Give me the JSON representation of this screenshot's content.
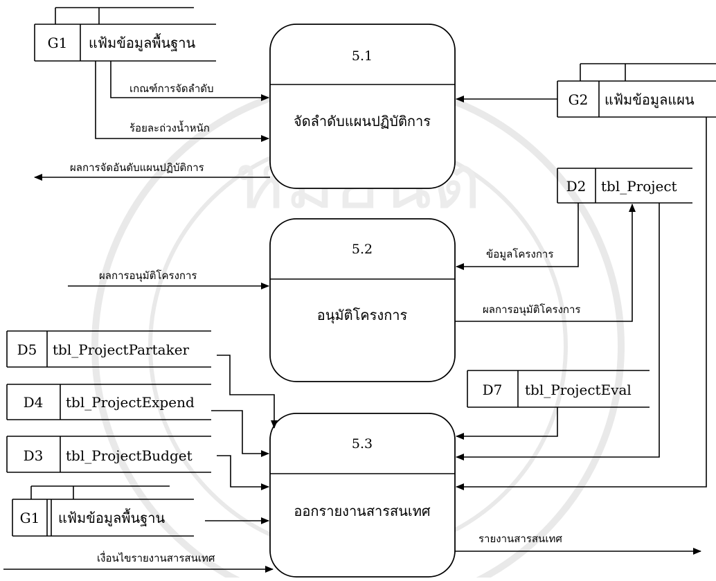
{
  "colors": {
    "ink": "#000000",
    "background": "#ffffff",
    "watermark": "#e6e6e6"
  },
  "watermark": {
    "kind": "university-seal",
    "text": "หมยนต ปนกท"
  },
  "processes": {
    "p51": {
      "id": "5.1",
      "name": "จัดลำดับแผนปฏิบัติการ"
    },
    "p52": {
      "id": "5.2",
      "name": "อนุมัติโครงการ"
    },
    "p53": {
      "id": "5.3",
      "name": "ออกรายงานสารสนเทศ"
    }
  },
  "stores": {
    "g1_top": {
      "id": "G1",
      "name": "แฟ้มข้อมูลพื้นฐาน"
    },
    "g2": {
      "id": "G2",
      "name": "แฟ้มข้อมูลแผน"
    },
    "d2": {
      "id": "D2",
      "name": "tbl_Project"
    },
    "d5": {
      "id": "D5",
      "name": "tbl_ProjectPartaker"
    },
    "d4": {
      "id": "D4",
      "name": "tbl_ProjectExpend"
    },
    "d3": {
      "id": "D3",
      "name": "tbl_ProjectBudget"
    },
    "g1_bottom": {
      "id": "G1",
      "name": "แฟ้มข้อมูลพื้นฐาน"
    },
    "d7": {
      "id": "D7",
      "name": "tbl_ProjectEval"
    }
  },
  "flows": {
    "criteria": "เกณฑ์การจัดลำดับ",
    "weight": "ร้อยละถ่วงน้ำหนัก",
    "rank_result": "ผลการจัดอันดับแผนปฏิบัติการ",
    "approval_in": "ผลการอนุมัติโครงการ",
    "project_info": "ข้อมูลโครงการ",
    "approval_out": "ผลการอนุมัติโครงการ",
    "report_cond": "เงื่อนไขรายงานสารสนเทศ",
    "report_out": "รายงานสารสนเทศ"
  }
}
